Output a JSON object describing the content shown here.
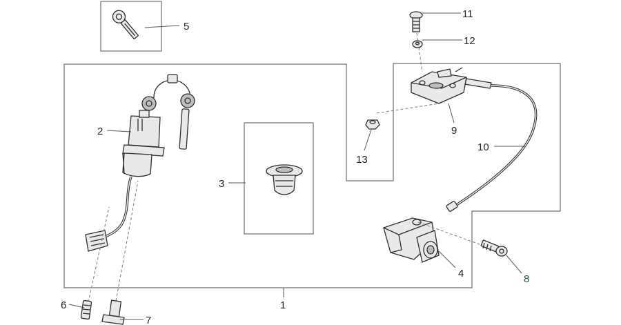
{
  "callouts": {
    "c1": "1",
    "c2": "2",
    "c3": "3",
    "c4": "4",
    "c5": "5",
    "c6": "6",
    "c7": "7",
    "c8": "8",
    "c9": "9",
    "c10": "10",
    "c11": "11",
    "c12": "12",
    "c13": "13"
  },
  "colors": {
    "frame": "#6b6b6b",
    "label": "#222222",
    "label_accent": "#1d5a36",
    "part_fill": "#e9e9e9",
    "outline": "#2c2c2c"
  }
}
